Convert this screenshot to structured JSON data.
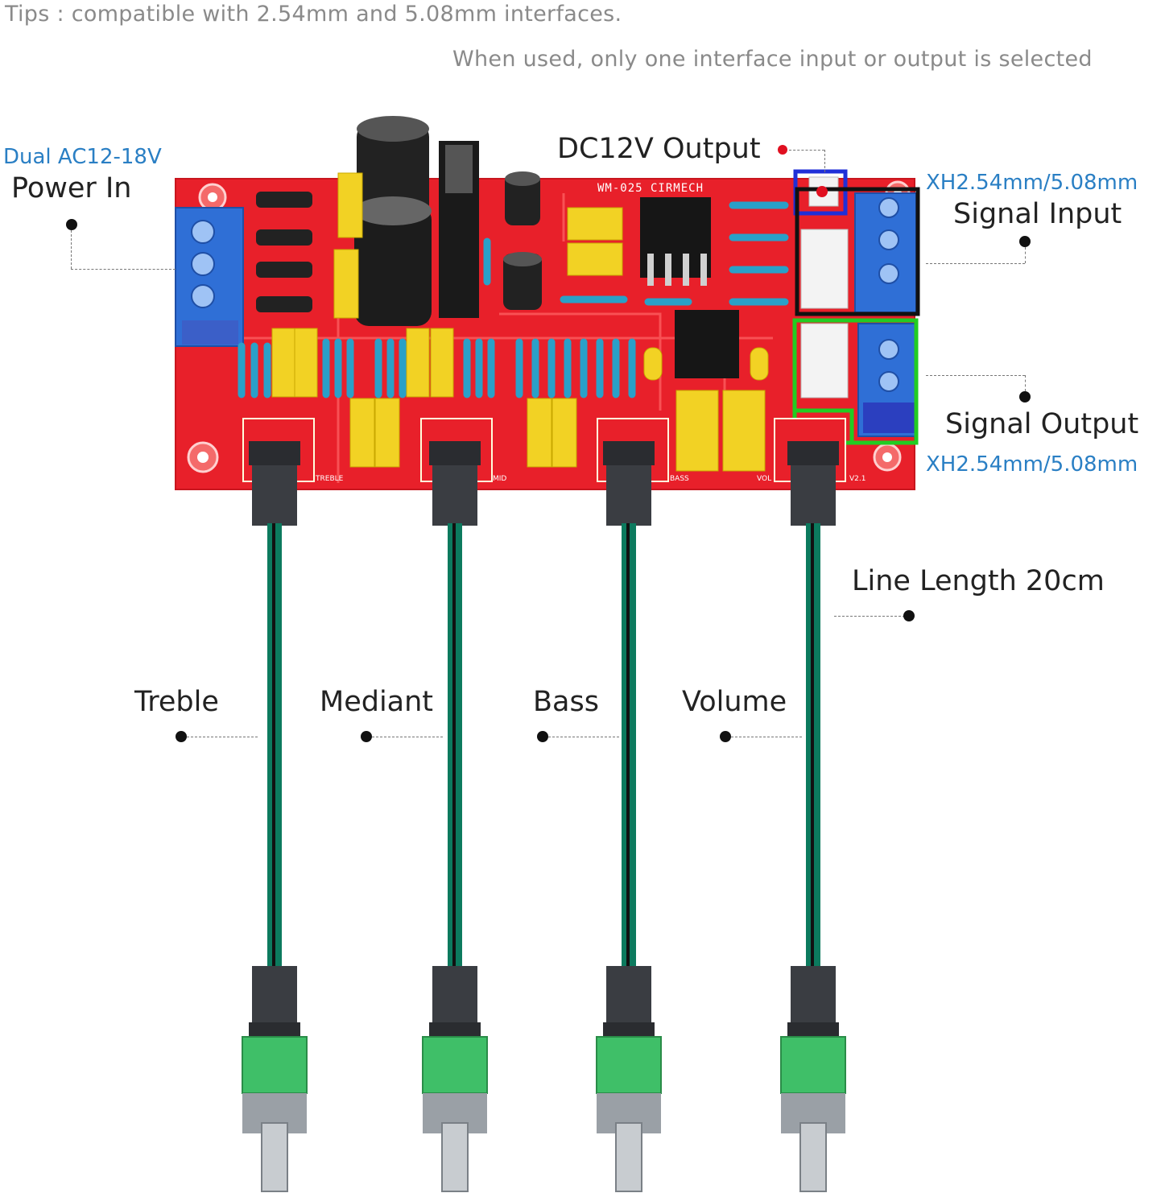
{
  "tips": {
    "line1": "Tips : compatible with 2.54mm and 5.08mm interfaces.",
    "line2": "When used, only one interface input or output is selected"
  },
  "board": {
    "silkscreen_title": "WM-025 CIRMECH",
    "pot_header_labels": [
      "TREBLE",
      "MID",
      "BASS",
      "VOL",
      "V2.1"
    ]
  },
  "callouts": {
    "power_in_spec": "Dual AC12-18V",
    "power_in": "Power In",
    "dc_output": "DC12V Output",
    "signal_input_spec": "XH2.54mm/5.08mm",
    "signal_input": "Signal Input",
    "signal_output": "Signal Output",
    "signal_output_spec": "XH2.54mm/5.08mm",
    "line_length": "Line Length 20cm",
    "treble": "Treble",
    "mediant": "Mediant",
    "bass": "Bass",
    "volume": "Volume"
  },
  "colors": {
    "pcb": "#e8202a",
    "terminal": "#2f6fd6",
    "capacitor_yellow": "#f2d224",
    "cable": "#0c7a5e",
    "pot_board": "#3fbf68",
    "input_box": "#111111",
    "output_box": "#22cc22",
    "dc_box": "#1f2fd8"
  }
}
